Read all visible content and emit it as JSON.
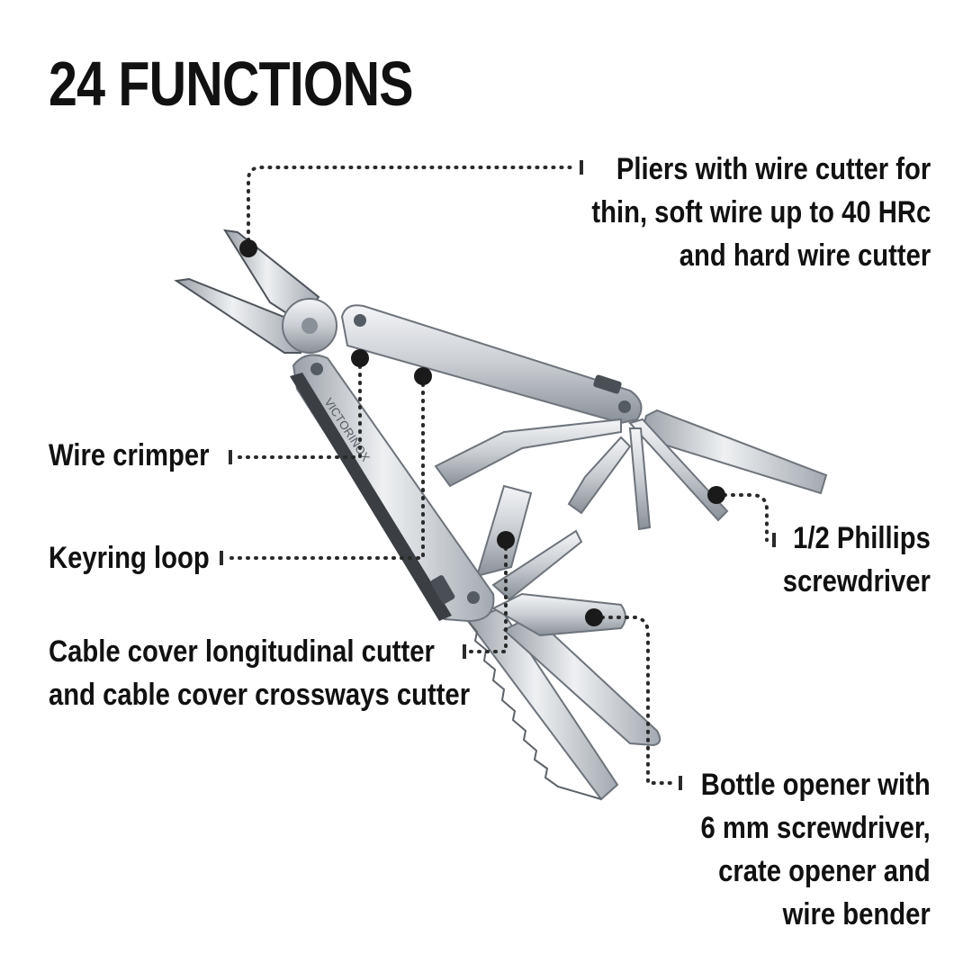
{
  "title": "24 FUNCTIONS",
  "brand_engraving": "VICTORINOX",
  "colors": {
    "text": "#111111",
    "leader": "#2a2a2a",
    "steel_light": "#e9ebee",
    "steel_mid": "#b7bcc2",
    "steel_dark": "#6e747b",
    "background": "#ffffff"
  },
  "callouts": {
    "pliers": [
      "Pliers with wire cutter for",
      "thin, soft wire up to 40 HRc",
      "and hard wire cutter"
    ],
    "wire_crimper": [
      "Wire crimper"
    ],
    "keyring_loop": [
      "Keyring loop"
    ],
    "cable_cutter": [
      "Cable cover longitudinal cutter",
      "and cable cover crossways cutter"
    ],
    "phillips": [
      "1/2 Phillips",
      "screwdriver"
    ],
    "bottle_opener": [
      "Bottle opener with",
      "6 mm screwdriver,",
      "crate opener and",
      "wire bender"
    ]
  }
}
